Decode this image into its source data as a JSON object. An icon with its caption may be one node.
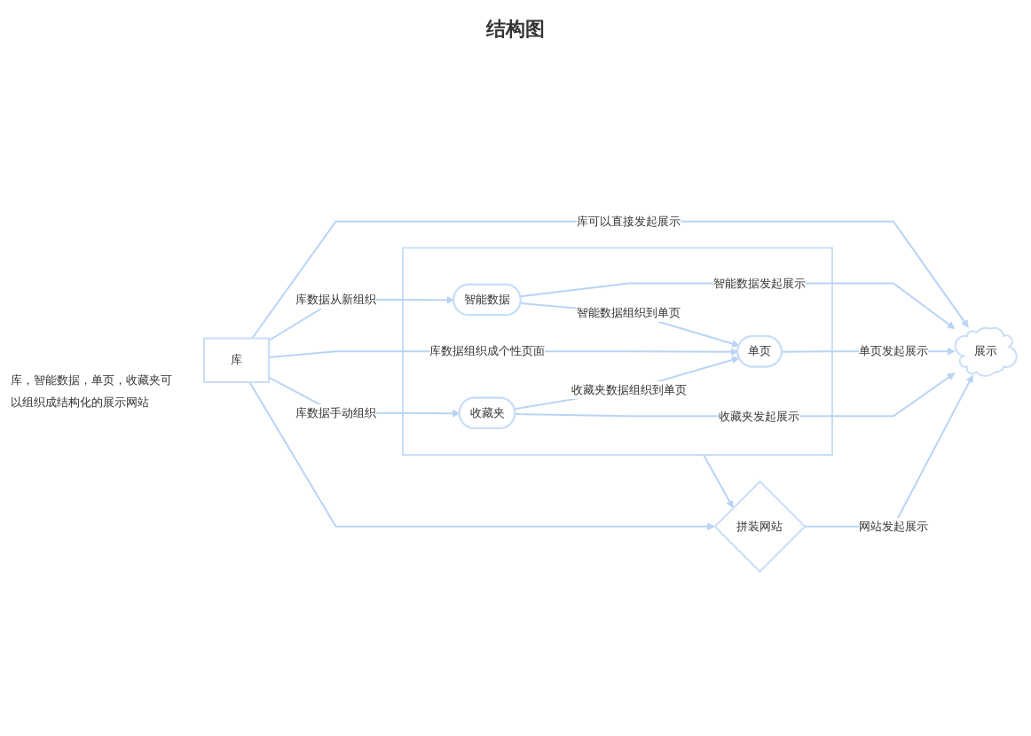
{
  "diagram": {
    "title": "结构图",
    "nodes": [
      {
        "text": [
          "库"
        ]
      },
      {
        "text": [
          "展示"
        ]
      },
      {
        "text": [],
        "shape": "box"
      },
      {
        "text": [
          "智能数据"
        ],
        "in": 2
      },
      {
        "text": [
          "单页"
        ],
        "in": 2
      },
      {
        "text": [
          "收藏夹"
        ],
        "in": 2
      },
      {
        "text": [
          "拼装网站"
        ]
      }
    ],
    "edges": [
      {
        "from": 0,
        "to": 1,
        "arrow": "to",
        "label": "库可以直接发起展示"
      },
      {
        "from": 0,
        "to": 3,
        "arrow": "to",
        "label": "库数据从新组织"
      },
      {
        "from": 3,
        "to": 4,
        "arrow": "to",
        "label": "智能数据组织到单页"
      },
      {
        "from": 3,
        "to": 1,
        "arrow": "to",
        "label": "智能数据发起展示"
      },
      {
        "from": 0,
        "to": 4,
        "arrow": "to",
        "label": "库数据组织成个性页面"
      },
      {
        "from": 4,
        "to": 1,
        "arrow": "to",
        "label": "单页发起展示"
      },
      {
        "from": 5,
        "to": 4,
        "arrow": "to",
        "label": "收藏夹数据组织到单页"
      },
      {
        "from": 0,
        "to": 5,
        "arrow": "to",
        "label": "库数据手动组织"
      },
      {
        "from": 5,
        "to": 1,
        "arrow": "to",
        "label": "收藏夹发起展示"
      },
      {
        "from": 2,
        "to": 6,
        "arrow": "to"
      },
      {
        "from": 0,
        "to": 6,
        "arrow": "to"
      },
      {
        "from": 6,
        "to": 1,
        "arrow": "to",
        "label": "网站发起展示"
      }
    ],
    "labels": [
      "库，智能数据，单页，收藏夹可以组织成结构化的展示网站"
    ]
  }
}
